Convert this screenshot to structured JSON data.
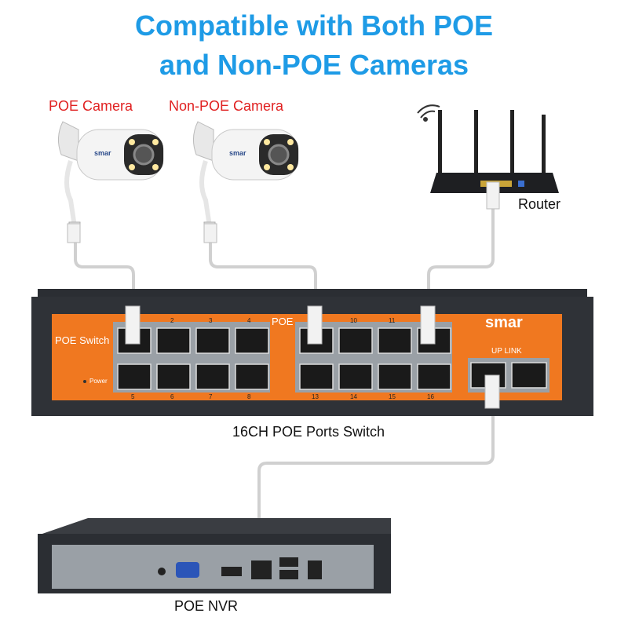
{
  "header": {
    "line1": "Compatible with Both POE",
    "line2": "and Non-POE Cameras"
  },
  "cameras": [
    {
      "label": "POE Camera",
      "brand": "smar"
    },
    {
      "label": "Non-POE Camera",
      "brand": "smar"
    }
  ],
  "router": {
    "label": "Router"
  },
  "switch": {
    "caption": "16CH POE Ports Switch",
    "panel_label": "POE Switch",
    "poe_label": "POE",
    "power_label": "Power",
    "brand": "smar",
    "uplink_label": "UP LINK",
    "top_port_numbers": [
      "2",
      "3",
      "4",
      "10",
      "11"
    ],
    "bottom_port_numbers": [
      "5",
      "6",
      "7",
      "8",
      "13",
      "14",
      "15",
      "16"
    ]
  },
  "nvr": {
    "label": "POE NVR"
  },
  "colors": {
    "title": "#1e9be6",
    "camera_labels": "#e02020",
    "switch_panel": "#f07820",
    "device_body": "#2b2e33"
  }
}
